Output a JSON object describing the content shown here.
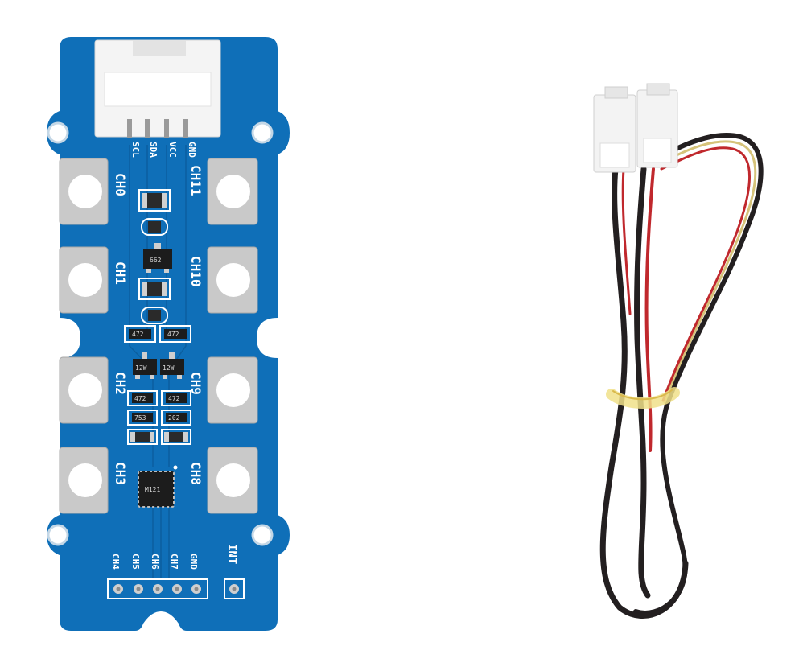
{
  "board": {
    "header_pins": [
      "SCL",
      "SDA",
      "VCC",
      "GND"
    ],
    "channels_left": [
      "CH0",
      "CH1",
      "CH2",
      "CH3"
    ],
    "channels_right": [
      "CH11",
      "CH10",
      "CH9",
      "CH8"
    ],
    "bottom_pins": [
      "CH4",
      "CH5",
      "CH6",
      "CH7",
      "GND"
    ],
    "int_label": "INT",
    "chip_markings": {
      "regulator": "662",
      "transistor_a": "12W",
      "transistor_b": "12W",
      "resistor_1": "472",
      "resistor_2": "472",
      "resistor_3": "472",
      "resistor_4": "472",
      "resistor_5": "753",
      "resistor_6": "202",
      "ic": "M121"
    },
    "colors": {
      "pcb": "#0f6fb8",
      "pad": "#c9c9c9",
      "silk": "#ffffff"
    }
  },
  "cable": {
    "wire_colors": [
      "#231f20",
      "#c0282d",
      "#f3f3f3",
      "#e8c04a"
    ]
  }
}
